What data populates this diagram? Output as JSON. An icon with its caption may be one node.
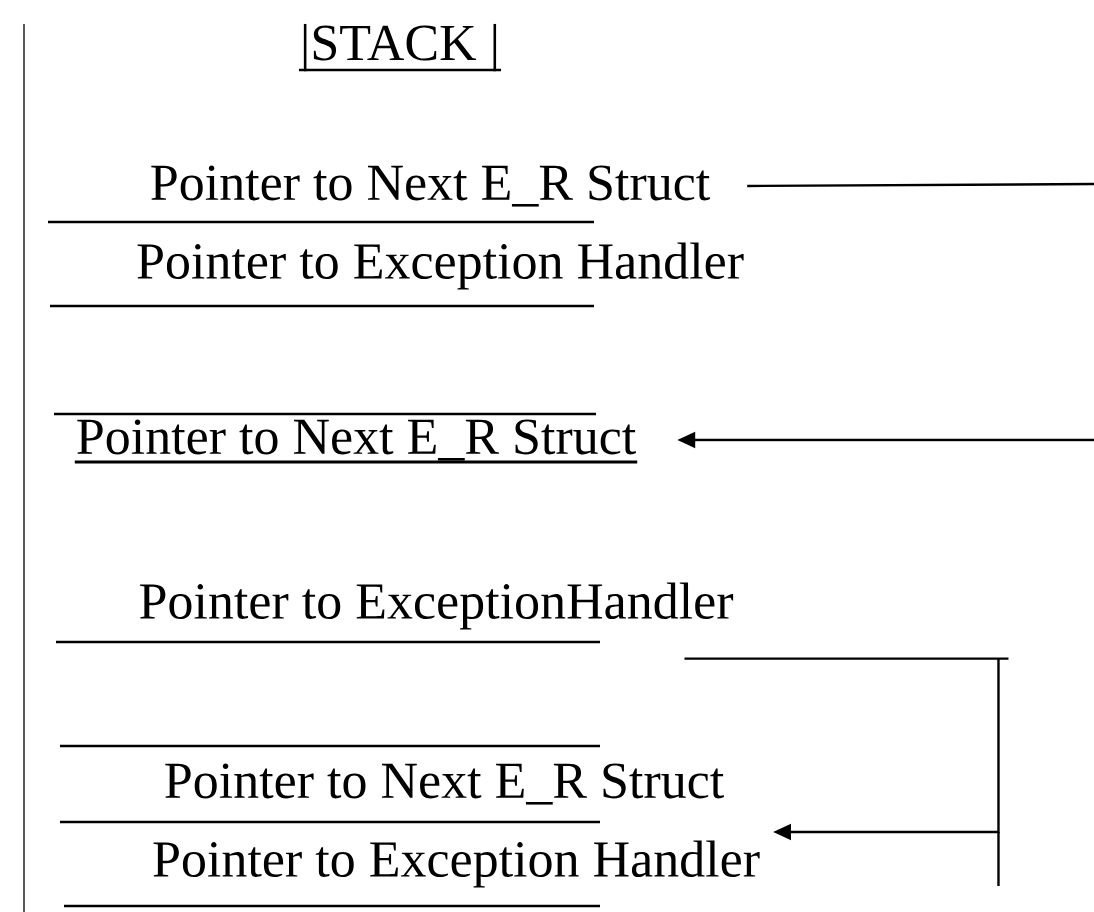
{
  "diagram": {
    "title": "|STACK |",
    "nodes": [
      {
        "text": [
          "Pointer to Next E_R Struct"
        ]
      },
      {
        "text": [
          "Pointer to Exception Handler"
        ]
      },
      {
        "text": [
          "Pointer to Next E_R Struct"
        ]
      },
      {
        "text": [
          "Pointer to ExceptionHandler"
        ]
      },
      {
        "text": [
          "Pointer to Next E_R Struct"
        ]
      },
      {
        "text": [
          "Pointer to Exception Handler"
        ]
      }
    ],
    "edges": [
      {
        "from": 0,
        "to": null,
        "arrow": "none"
      },
      {
        "from": null,
        "to": 2,
        "arrow": "to"
      },
      {
        "from": 3,
        "to": 5,
        "arrow": "to"
      }
    ]
  }
}
